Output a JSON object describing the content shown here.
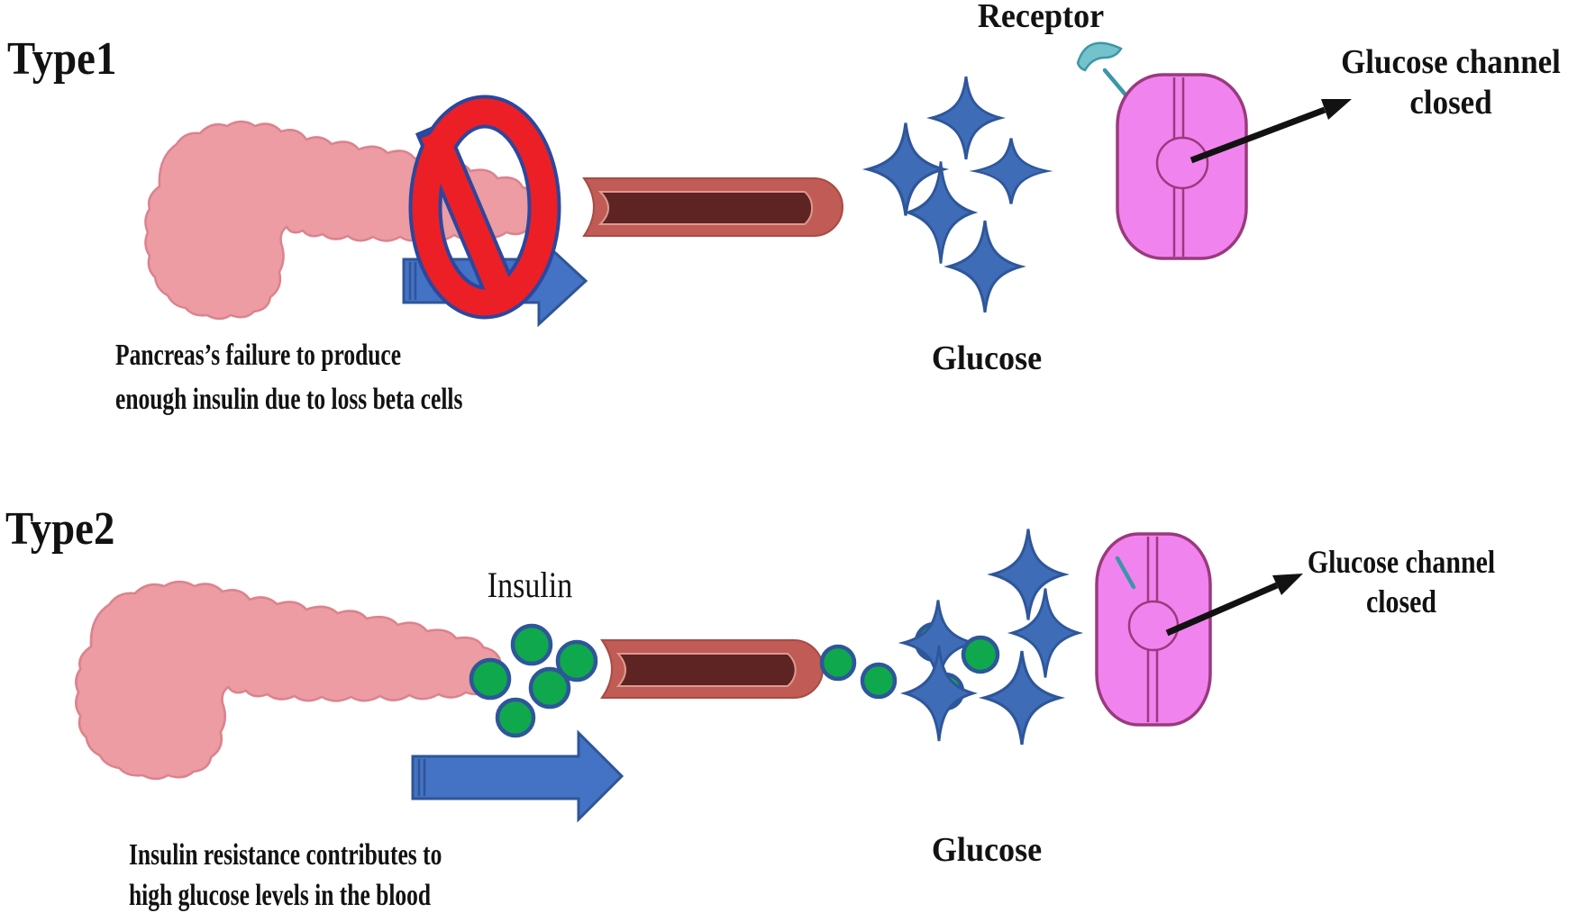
{
  "type1": {
    "title": "Type1",
    "caption_line1": "Pancreas’s failure to produce",
    "caption_line2": "enough insulin due to loss beta cells",
    "receptor_label": "Receptor",
    "glucose_label": "Glucose",
    "channel_note_line1": "Glucose channel",
    "channel_note_line2": "closed",
    "glucose_molecule_count": 5,
    "insulin_molecule_count": 0
  },
  "type2": {
    "title": "Type2",
    "insulin_label": "Insulin",
    "glucose_label": "Glucose",
    "caption_line1": "Insulin resistance contributes to",
    "caption_line2": "high glucose levels in the blood",
    "channel_note_line1": "Glucose channel",
    "channel_note_line2": "closed",
    "glucose_molecule_count": 5,
    "insulin_molecule_count": 10
  },
  "colors": {
    "pancreas-fill": "#EC9CA2",
    "pancreas-stroke": "#DB838D",
    "prohibit-red": "#EC1F26",
    "prohibit-edge": "#2B479E",
    "arrow-blue": "#4472C4",
    "arrow-blue-dark": "#2F5597",
    "vessel-outer": "#C05B55",
    "vessel-inner": "#5E2423",
    "glucose-blue": "#3E6CB7",
    "glucose-stroke": "#2E569A",
    "insulin-green": "#0FA84D",
    "insulin-stroke": "#2E569A",
    "cell-pink": "#F183EF",
    "cell-stroke": "#9A3A7D",
    "receptor-teal": "#74C2CB",
    "receptor-teal-dark": "#3D96A8",
    "ink": "#121212"
  }
}
